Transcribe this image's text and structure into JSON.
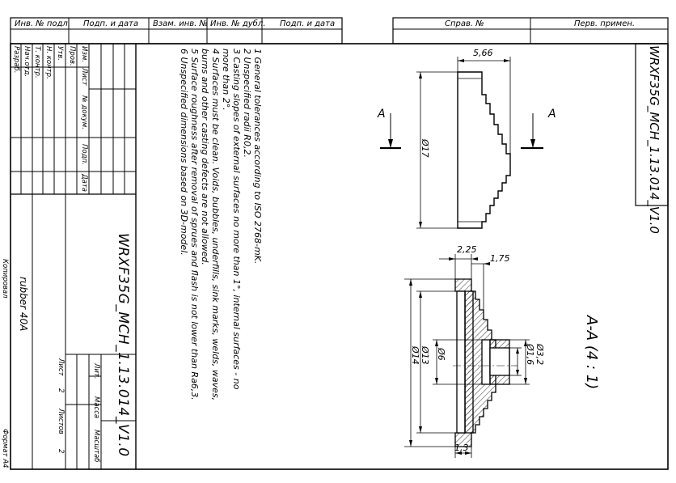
{
  "header": {
    "inv_podl": "Инв. № подл.",
    "podp_data_1": "Подп. и дата",
    "vzam_inv": "Взам. инв. №",
    "inv_dubl": "Инв. № дубл.",
    "podp_data_2": "Подп. и дата",
    "sprav": "Справ. №",
    "perv_primen": "Перв. примен."
  },
  "designation": "WRXF35G_MCH_1.13.014_V1.0",
  "title_block": {
    "designation": "WRXF35G_MCH_1.13.014_V1.0",
    "material": "rubber 40A",
    "copied": "Копировал",
    "format": "Формат A4",
    "roles": [
      "Изм.",
      "Лист",
      "№ докум.",
      "Подп.",
      "Дата"
    ],
    "signers": [
      "Разраб.",
      "Пров.",
      "Т. контр.",
      "Нач.отд.",
      "Н. контр.",
      "Утв."
    ],
    "lit": "Лит.",
    "massa": "Масса",
    "masshtab": "Масштаб",
    "list_label": "Лист",
    "list_value": "2",
    "listov_label": "Листов",
    "listov_value": "2"
  },
  "notes": [
    "1 General tolerances according to ISO 2768-mK.",
    "2 Unspecified radii R0,2.",
    "3 Casting slopes of external surfaces no more than 1°, internal surfaces - no",
    "more than 2°.",
    "4 Surfaces must be clean. Voids, bubbles, underfills, sink marks, welds, waves,",
    "burns and other casting defects are not allowed.",
    "5 Surface roughness after removal of sprues and flash is not lower than Ra6,3.",
    "6 Unspecified dimensions based on 3D-model."
  ],
  "dimensions": {
    "width_top": "5,66",
    "dia_top": "Ø17",
    "d225": "2,25",
    "d175": "1,75",
    "d32": "Ø3,2",
    "d16": "Ø1,6",
    "d6": "Ø6",
    "d13": "Ø13",
    "d14": "Ø14",
    "d13b": "1,3"
  },
  "section_label": "A",
  "section_view": "A-A (4 : 1)"
}
